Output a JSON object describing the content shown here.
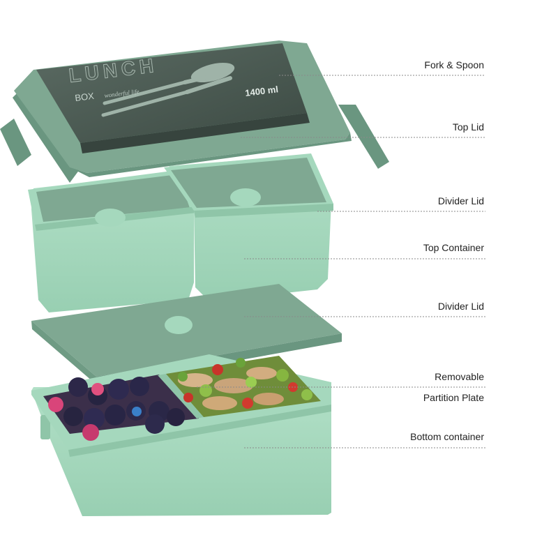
{
  "labels": {
    "fork_spoon": "Fork & Spoon",
    "top_lid": "Top Lid",
    "divider_lid_top": "Divider Lid",
    "top_container": "Top Container",
    "divider_lid_bottom": "Divider Lid",
    "removable_line1": "Removable",
    "removable_line2": "Partition Plate",
    "bottom_container": "Bottom container"
  },
  "lid_print": {
    "brand_word": "LUNCH",
    "box_word": "BOX",
    "tagline": "wonderful life",
    "capacity": "1400 ml"
  },
  "colors": {
    "mint": "#a5d8bd",
    "mint_dark": "#8fc5a8",
    "sage": "#7fa892",
    "sage_dark": "#6a9680",
    "window": "#4a5a52",
    "leader": "#8a8a8a"
  }
}
